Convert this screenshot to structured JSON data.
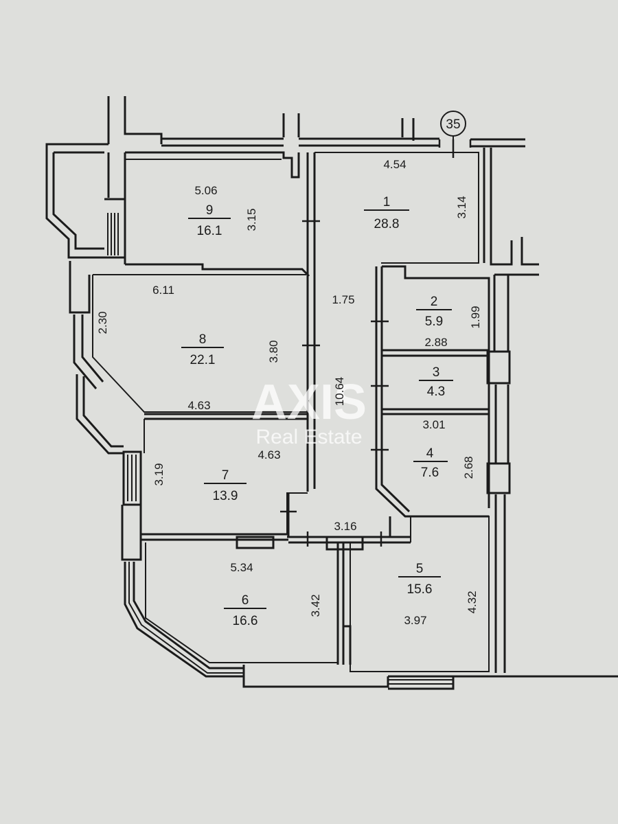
{
  "axis_marker": "35",
  "watermark": {
    "title": "AXIS",
    "subtitle": "Real Estate"
  },
  "rooms": [
    {
      "number": "1",
      "area": "28.8"
    },
    {
      "number": "2",
      "area": "5.9"
    },
    {
      "number": "3",
      "area": "4.3"
    },
    {
      "number": "4",
      "area": "7.6"
    },
    {
      "number": "5",
      "area": "15.6"
    },
    {
      "number": "6",
      "area": "16.6"
    },
    {
      "number": "7",
      "area": "13.9"
    },
    {
      "number": "8",
      "area": "22.1"
    },
    {
      "number": "9",
      "area": "16.1"
    }
  ],
  "dimensions": [
    "4.54",
    "3.14",
    "5.06",
    "3.15",
    "6.11",
    "2.30",
    "3.80",
    "1.75",
    "1.99",
    "2.88",
    "10.64",
    "4.63",
    "4.63",
    "3.01",
    "2.68",
    "3.19",
    "3.16",
    "5.34",
    "3.42",
    "3.97",
    "4.32"
  ]
}
